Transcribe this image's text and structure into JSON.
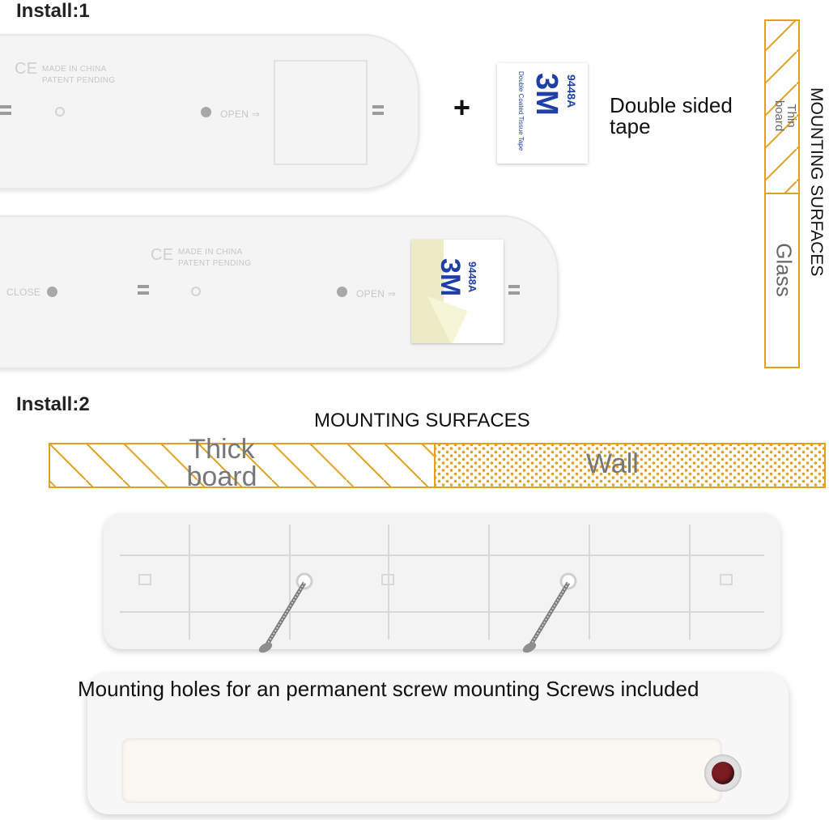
{
  "install1": {
    "heading": "Install:1",
    "bar_text": {
      "made_in": "MADE IN CHINA",
      "patent": "PATENT PENDING",
      "open": "OPEN ⇒",
      "close": "CLOSE",
      "ce": "CE"
    },
    "plus": "+",
    "tape": {
      "brand": "3M",
      "code": "9448A",
      "desc": "Double Coated Tissue Tape",
      "label_line1": "Double sided",
      "label_line2": "tape"
    },
    "mounting_surfaces": {
      "title": "MOUNTING SURFACES",
      "thin_board_line1": "Thin",
      "thin_board_line2": "board",
      "glass": "Glass"
    }
  },
  "install2": {
    "heading": "Install:2",
    "mounting_surfaces_title": "MOUNTING SURFACES",
    "thick_board_line1": "Thick",
    "thick_board_line2": "board",
    "wall": "Wall",
    "caption": "Mounting holes for an permanent screw mounting Screws included"
  },
  "colors": {
    "hatch": "#e3a020",
    "tape_blue": "#1d3fa6",
    "switch_red": "#7a1c22"
  }
}
